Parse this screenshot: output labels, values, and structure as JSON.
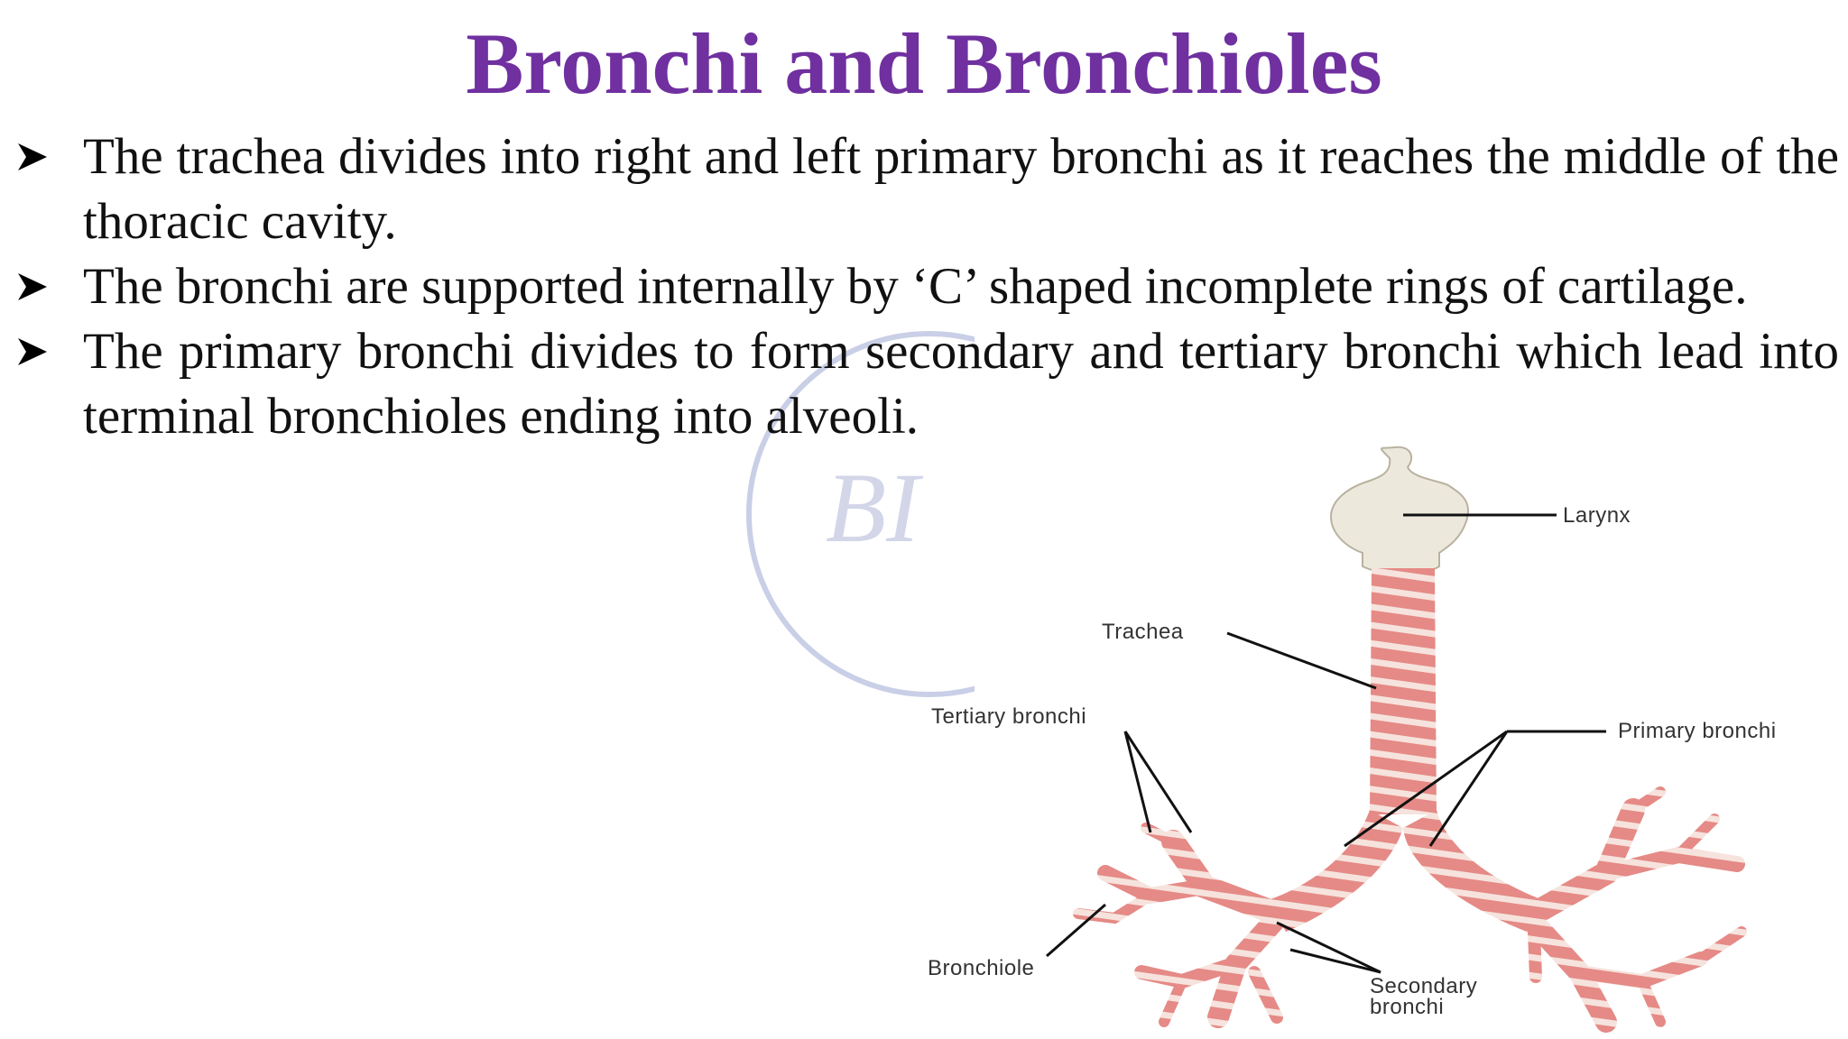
{
  "title": "Bronchi and Bronchioles",
  "bullets": [
    "The trachea divides into right and left primary bronchi as it reaches the middle of the thoracic cavity.",
    "The bronchi are supported internally by ‘C’ shaped incomplete rings of cartilage.",
    "The primary bronchi divides to form secondary and tertiary bronchi which lead into terminal bronchioles ending into alveoli."
  ],
  "bullet_icon": "arrowhead-bullet-icon",
  "diagram": {
    "labels": {
      "larynx": "Larynx",
      "trachea": "Trachea",
      "tertiary": "Tertiary bronchi",
      "primary": "Primary bronchi",
      "bronchiole": "Bronchiole",
      "secondary_line1": "Secondary",
      "secondary_line2": "bronchi"
    }
  },
  "watermark": {
    "text": "BI"
  },
  "colors": {
    "title": "#7030a0",
    "airway": "#e58a86",
    "cartilage": "#f6e3dd",
    "larynx": "#ece9dc"
  }
}
